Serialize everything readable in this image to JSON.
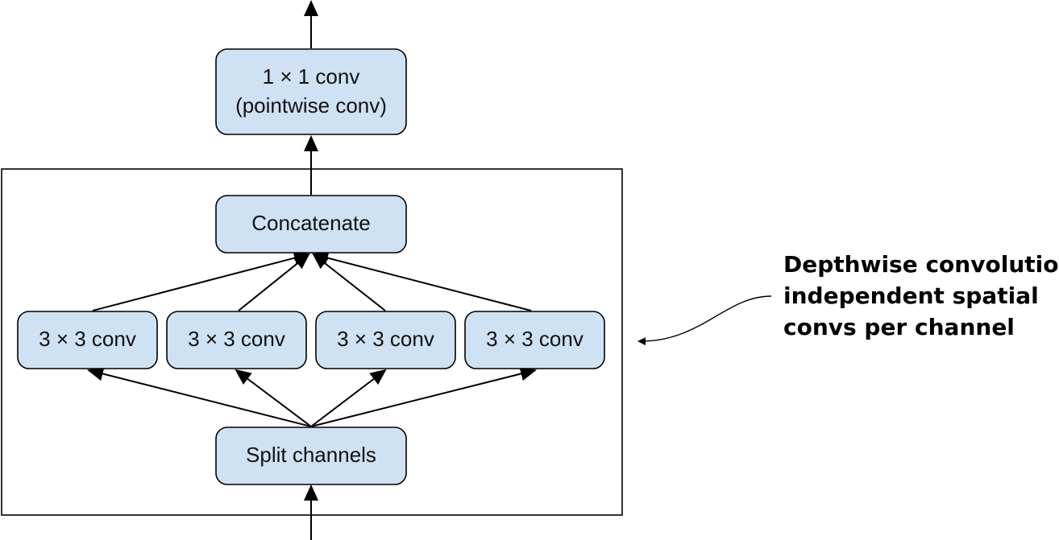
{
  "diagram": {
    "nodes": {
      "pointwise": {
        "line1": "1 × 1 conv",
        "line2": "(pointwise conv)"
      },
      "concatenate": {
        "label": "Concatenate"
      },
      "conv_a": {
        "label": "3 × 3 conv"
      },
      "conv_b": {
        "label": "3 × 3 conv"
      },
      "conv_c": {
        "label": "3 × 3 conv"
      },
      "conv_d": {
        "label": "3 × 3 conv"
      },
      "split": {
        "label": "Split channels"
      }
    },
    "callout": {
      "line1": "Depthwise convolution:",
      "line2": "independent spatial",
      "line3": "convs per channel"
    },
    "colors": {
      "node_fill": "#cfe2f3",
      "stroke": "#000000"
    }
  }
}
